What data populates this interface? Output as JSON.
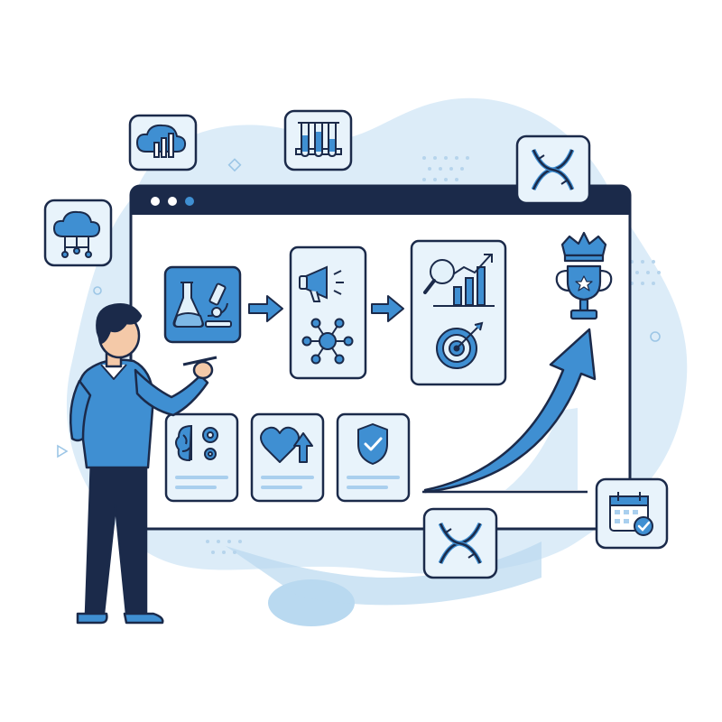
{
  "colors": {
    "navy": "#1b2a4a",
    "blue": "#3f8fd2",
    "blue_dark": "#2a6fb0",
    "light_blue": "#cfe6f5",
    "pale_blue": "#e3f1fa",
    "card_fill": "#e8f3fb",
    "window_bg": "#ffffff",
    "skin": "#f4c9a8"
  },
  "window": {
    "controls": [
      "dot-white",
      "dot-white",
      "dot-blue"
    ]
  },
  "flow": {
    "steps": [
      {
        "id": "research",
        "icons": [
          "flask-icon",
          "microscope-icon"
        ],
        "highlighted": true
      },
      {
        "id": "marketing",
        "icons": [
          "megaphone-icon",
          "network-icon"
        ]
      },
      {
        "id": "analytics",
        "icons": [
          "magnifier-chart-icon",
          "target-icon"
        ]
      }
    ],
    "goal_icon": "trophy-crown-icon"
  },
  "benefits": [
    {
      "icon": "brain-gears-icon"
    },
    {
      "icon": "heart-growth-icon"
    },
    {
      "icon": "shield-check-icon"
    }
  ],
  "floating_icons": [
    "cloud-chart-icon",
    "cloud-network-icon",
    "test-tubes-icon",
    "dna-icon",
    "dna-icon",
    "calendar-check-icon"
  ],
  "trend": {
    "direction": "up"
  }
}
